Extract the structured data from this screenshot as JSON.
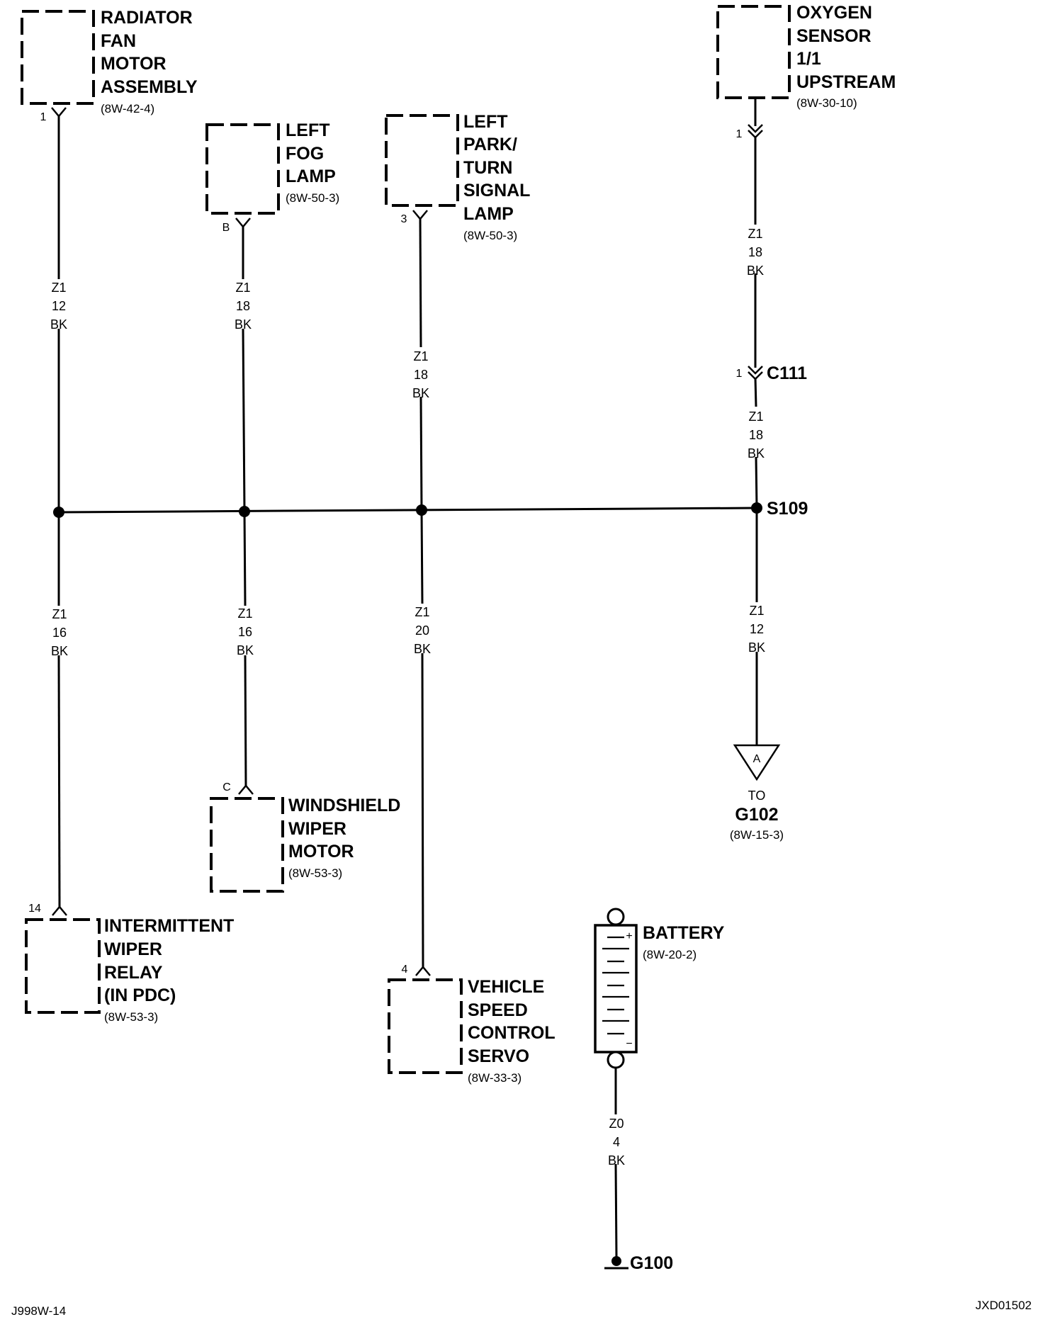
{
  "components": {
    "radiator_fan": {
      "lines": [
        "RADIATOR",
        "FAN",
        "MOTOR",
        "ASSEMBLY"
      ],
      "ref": "(8W-42-4)",
      "pin": "1"
    },
    "fog_lamp": {
      "lines": [
        "LEFT",
        "FOG",
        "LAMP"
      ],
      "ref": "(8W-50-3)",
      "pin": "B"
    },
    "park_lamp": {
      "lines": [
        "LEFT",
        "PARK/",
        "TURN",
        "SIGNAL",
        "LAMP"
      ],
      "ref": "(8W-50-3)",
      "pin": "3"
    },
    "oxygen_sensor": {
      "lines": [
        "OXYGEN",
        "SENSOR",
        "1/1",
        "UPSTREAM"
      ],
      "ref": "(8W-30-10)",
      "pin": "1"
    },
    "wiper_motor": {
      "lines": [
        "WINDSHIELD",
        "WIPER",
        "MOTOR"
      ],
      "ref": "(8W-53-3)",
      "pin": "C"
    },
    "wiper_relay": {
      "lines": [
        "INTERMITTENT",
        "WIPER",
        "RELAY",
        "(IN PDC)"
      ],
      "ref": "(8W-53-3)",
      "pin": "14"
    },
    "speed_servo": {
      "lines": [
        "VEHICLE",
        "SPEED",
        "CONTROL",
        "SERVO"
      ],
      "ref": "(8W-33-3)",
      "pin": "4"
    },
    "battery": {
      "label": "BATTERY",
      "ref": "(8W-20-2)",
      "plus": "+",
      "minus": "−"
    }
  },
  "wires": {
    "w_radiator": [
      "Z1",
      "12",
      "BK"
    ],
    "w_fog": [
      "Z1",
      "18",
      "BK"
    ],
    "w_park": [
      "Z1",
      "18",
      "BK"
    ],
    "w_o2_upper": [
      "Z1",
      "18",
      "BK"
    ],
    "w_o2_lower": [
      "Z1",
      "18",
      "BK"
    ],
    "w_relay": [
      "Z1",
      "16",
      "BK"
    ],
    "w_wiper": [
      "Z1",
      "16",
      "BK"
    ],
    "w_servo": [
      "Z1",
      "20",
      "BK"
    ],
    "w_g102": [
      "Z1",
      "12",
      "BK"
    ],
    "w_battery": [
      "Z0",
      "4",
      "BK"
    ]
  },
  "connector": {
    "name": "C111",
    "pin": "1"
  },
  "splice": {
    "name": "S109"
  },
  "ground_ref": {
    "letter": "A",
    "to": "TO",
    "name": "G102",
    "ref": "(8W-15-3)"
  },
  "ground": {
    "name": "G100"
  },
  "footer": {
    "left": "J998W-14",
    "right": "JXD01502"
  }
}
